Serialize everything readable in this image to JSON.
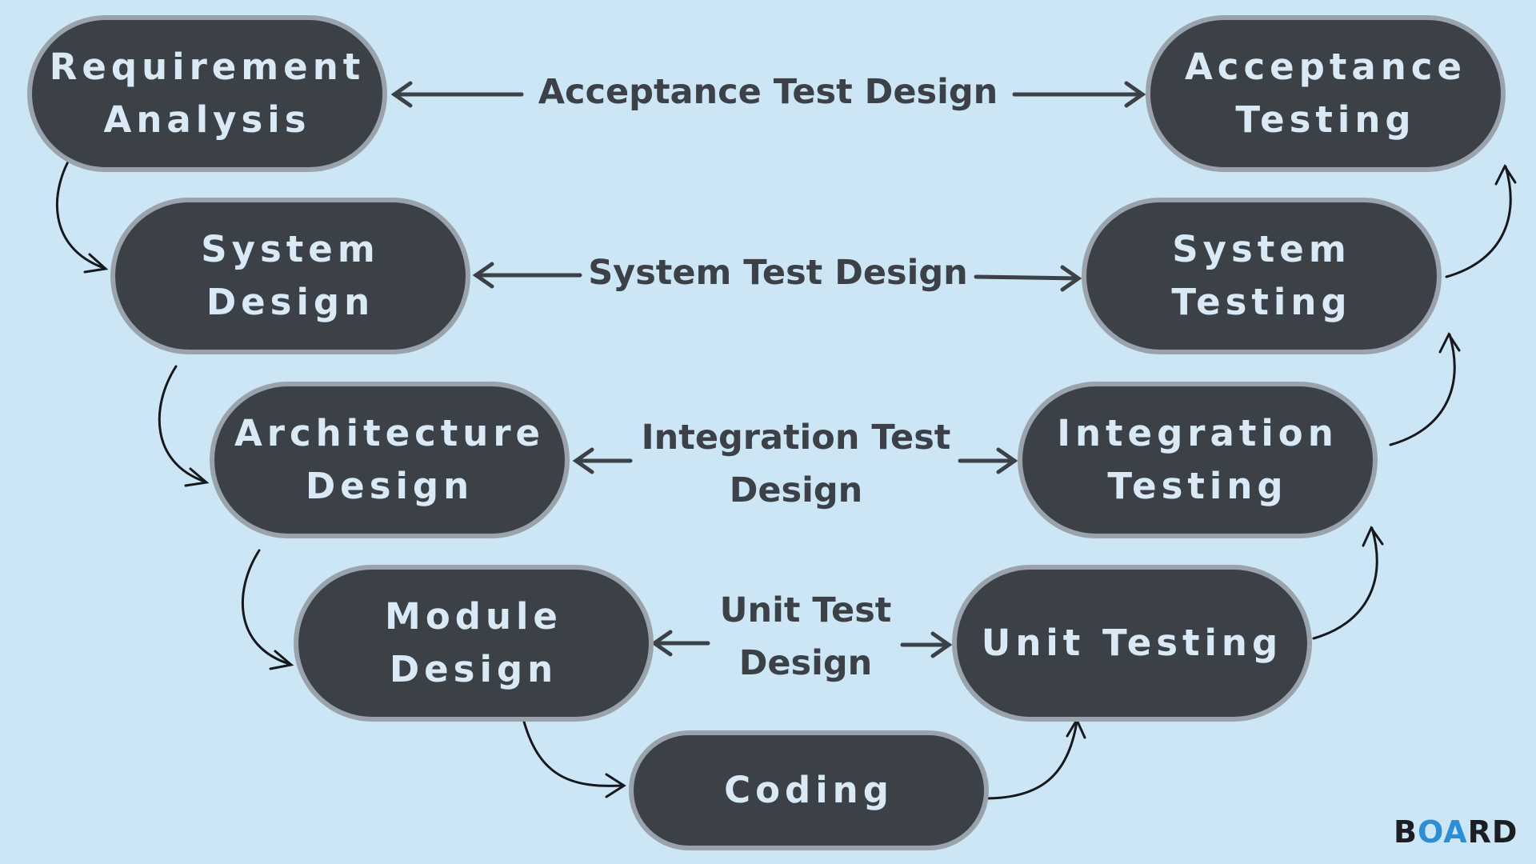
{
  "phases": {
    "requirement_analysis": "Requirement\nAnalysis",
    "system_design": "System\nDesign",
    "architecture_design": "Architecture\nDesign",
    "module_design": "Module\nDesign",
    "coding": "Coding",
    "unit_testing": "Unit Testing",
    "integration_testing": "Integration\nTesting",
    "system_testing": "System\nTesting",
    "acceptance_testing": "Acceptance\nTesting"
  },
  "test_designs": {
    "acceptance": "Acceptance Test Design",
    "system": "System Test Design",
    "integration": "Integration Test\nDesign",
    "unit": "Unit Test\nDesign"
  },
  "brand": {
    "prefix": "B",
    "mark": "OA",
    "suffix": "RD"
  },
  "colors": {
    "background": "#cde6f5",
    "node": "#3c4148",
    "node_border": "#9aa3ab",
    "node_text": "#d9e9f5",
    "brand_accent": "#2c8fd6"
  }
}
